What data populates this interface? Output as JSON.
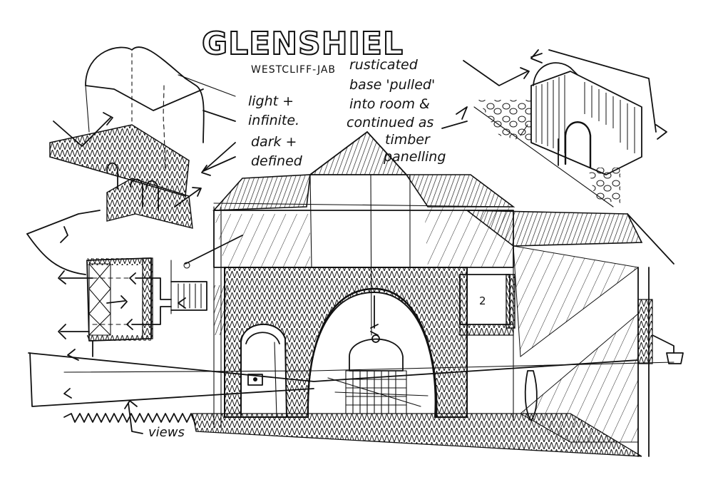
{
  "sketch": {
    "title": "GLENSHIEL",
    "subtitle": "WESTCLIFF-JAB",
    "annotations": {
      "light_infinite": [
        "light +",
        "infinite."
      ],
      "dark_defined": [
        "dark +",
        "defined"
      ],
      "rusticated": [
        "rusticated",
        "base 'pulled'",
        "into room &",
        "continued as",
        "timber",
        "panelling"
      ],
      "views": "views",
      "room_number": "2"
    },
    "colors": {
      "ink": "#111111",
      "paper": "#ffffff"
    }
  }
}
